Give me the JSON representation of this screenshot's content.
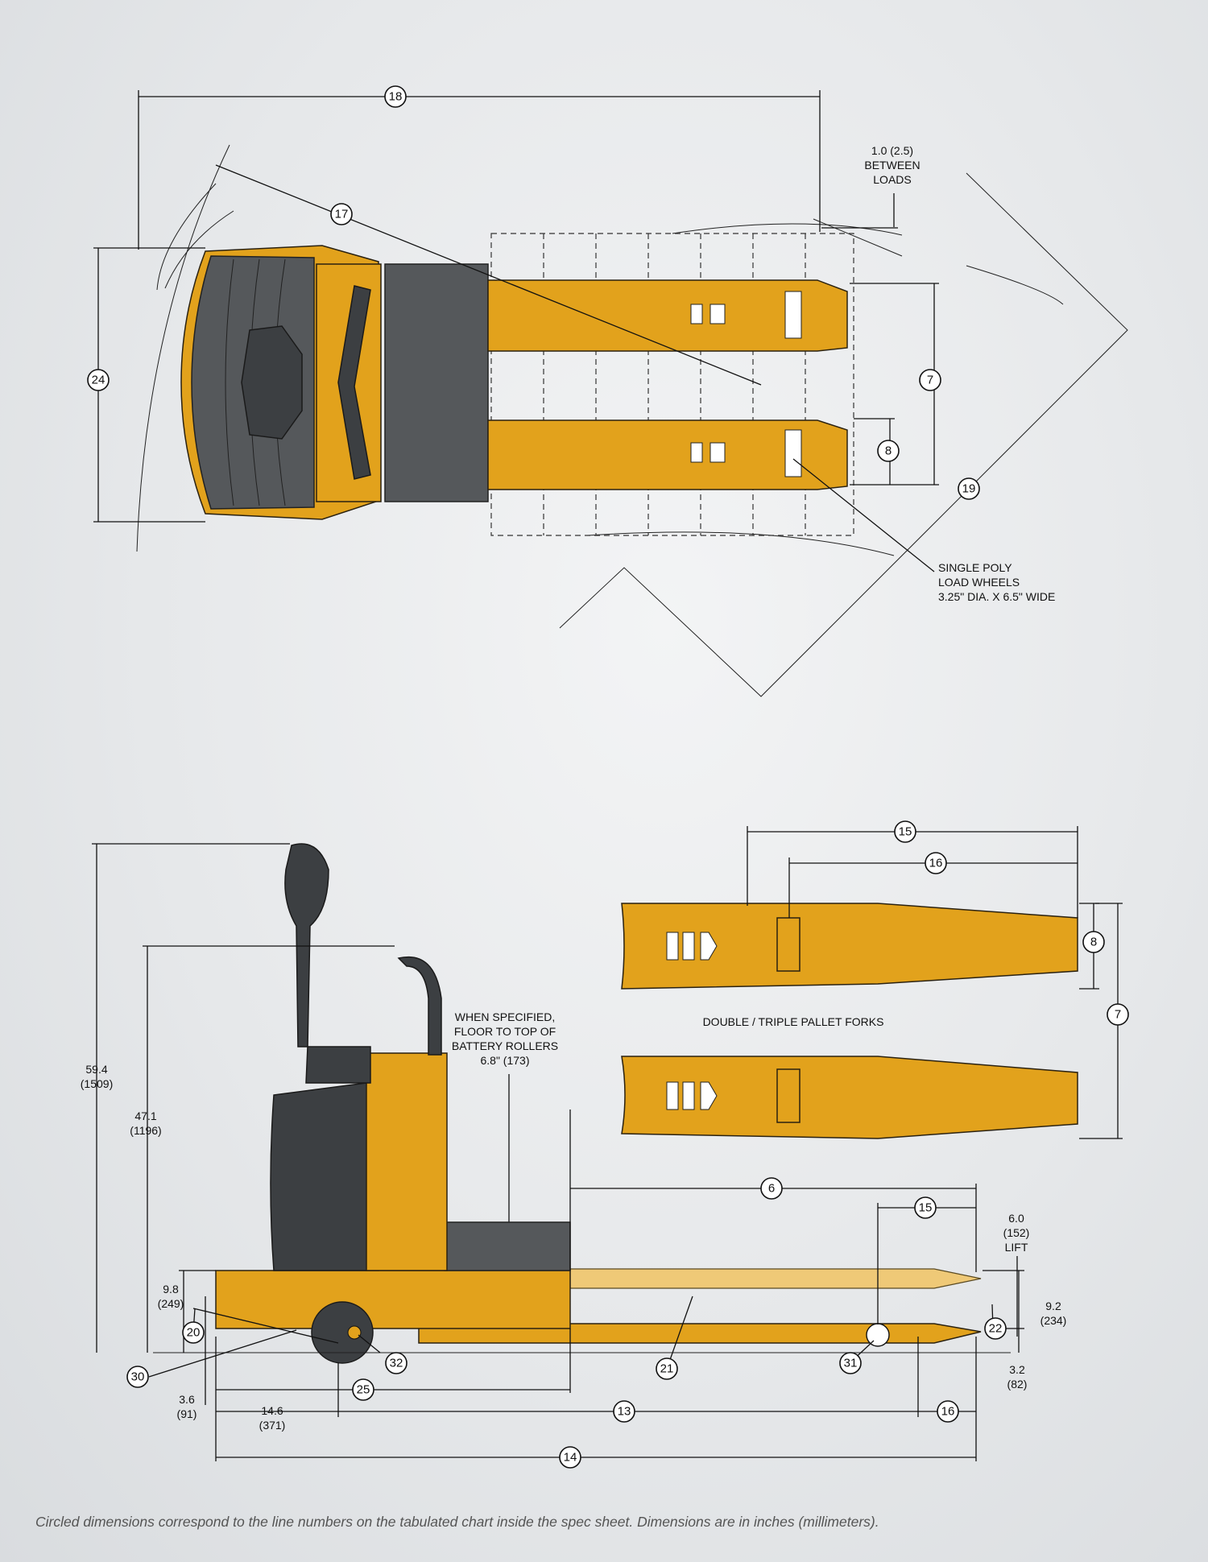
{
  "callouts": {
    "c18": "18",
    "c17": "17",
    "c24": "24",
    "c7a": "7",
    "c8a": "8",
    "c19": "19",
    "c15a": "15",
    "c16a": "16",
    "c8b": "8",
    "c7b": "7",
    "c6": "6",
    "c15b": "15",
    "c20": "20",
    "c30": "30",
    "c32": "32",
    "c25": "25",
    "c21": "21",
    "c31": "31",
    "c22": "22",
    "c13": "13",
    "c16b": "16",
    "c14": "14"
  },
  "notes": {
    "between_loads": [
      "1.0 (2.5)",
      "BETWEEN",
      "LOADS"
    ],
    "load_wheels": [
      "SINGLE POLY",
      "LOAD WHEELS",
      "3.25\" DIA. X 6.5\" WIDE"
    ],
    "battery_rollers": [
      "WHEN SPECIFIED,",
      "FLOOR TO TOP OF",
      "BATTERY ROLLERS",
      "6.8\" (173)"
    ],
    "pallet_forks": "DOUBLE / TRIPLE PALLET FORKS",
    "h59": [
      "59.4",
      "(1509)"
    ],
    "h47": [
      "47.1",
      "(1196)"
    ],
    "h9_8": [
      "9.8",
      "(249)"
    ],
    "h3_6": [
      "3.6",
      "(91)"
    ],
    "h14_6": [
      "14.6",
      "(371)"
    ],
    "lift": [
      "6.0",
      "(152)",
      "LIFT"
    ],
    "h9_2": [
      "9.2",
      "(234)"
    ],
    "h3_2": [
      "3.2",
      "(82)"
    ]
  },
  "colors": {
    "truck_yellow": "#e2a21c",
    "battery_gray": "#55585b",
    "outline": "#111111"
  },
  "caption": "Circled dimensions correspond to the line numbers on the tabulated chart inside the spec sheet. Dimensions are in inches (millimeters)."
}
